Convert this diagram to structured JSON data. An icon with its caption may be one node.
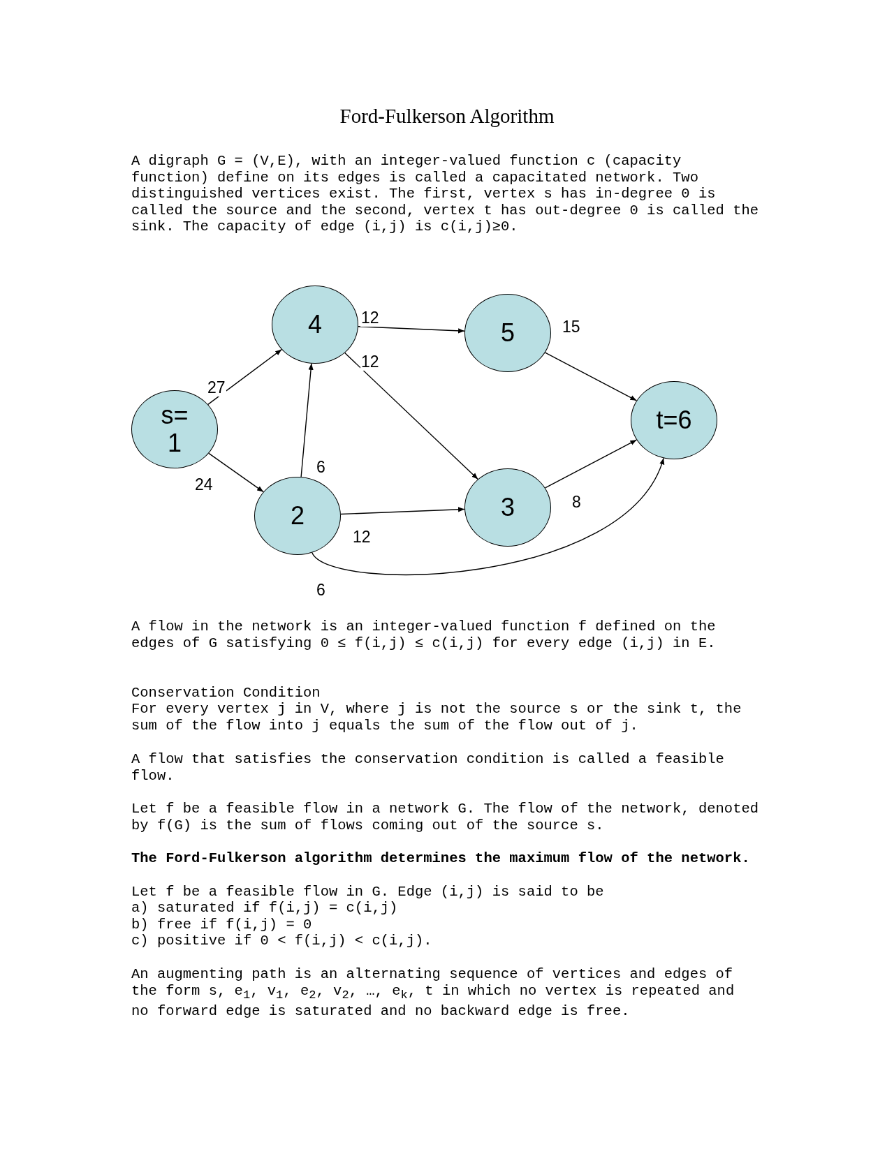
{
  "diagram": {
    "title": "Ford-Fulkerson Algorithm",
    "nodes": [
      {
        "text": [
          "s= 1"
        ]
      },
      {
        "text": [
          "4"
        ]
      },
      {
        "text": [
          "2"
        ]
      },
      {
        "text": [
          "5"
        ]
      },
      {
        "text": [
          "3"
        ]
      },
      {
        "text": [
          "t=6"
        ]
      }
    ],
    "edges": [
      {
        "from": 0,
        "to": 1,
        "arrow": "to",
        "label": "27"
      },
      {
        "from": 0,
        "to": 2,
        "arrow": "to",
        "label": "24"
      },
      {
        "from": 2,
        "to": 1,
        "arrow": "to",
        "label": "6"
      },
      {
        "from": 1,
        "to": 3,
        "arrow": "to",
        "label": "12"
      },
      {
        "from": 1,
        "to": 4,
        "arrow": "to",
        "label": "12"
      },
      {
        "from": 2,
        "to": 4,
        "arrow": "to",
        "label": "12"
      },
      {
        "from": 3,
        "to": 5,
        "arrow": "to",
        "label": "15"
      },
      {
        "from": 4,
        "to": 5,
        "arrow": "to",
        "label": "8"
      },
      {
        "from": 2,
        "to": 5,
        "arrow": "to",
        "label": "6"
      }
    ],
    "labels": [
      "A digraph G = (V,E), with an integer-valued function c (capacity function) define on its edges is called a capacitated network. Two distinguished vertices exist. The first, vertex s has in-degree 0 is called the source and the second, vertex t has out-degree 0 is called the sink. The capacity of edge (i,j) is c(i,j)≥0.",
      "A flow in the network is an integer-valued function f defined on the edges of G satisfying 0 ≤ f(i,j) ≤ c(i,j) for every edge (i,j) in E.",
      "Conservation Condition",
      "For every vertex j in V, where j is not the source s or the sink t, the sum of the flow into j equals the sum of the flow out of j.",
      "A flow that satisfies the conservation condition is called a feasible flow.",
      "Let f be a feasible flow in a network G. The flow of the network, denoted by f(G) is the sum of flows coming out of the source s.",
      "The Ford-Fulkerson algorithm determines the maximum flow of the network.",
      "Let f be a feasible flow in G. Edge (i,j) is said to be",
      "a) saturated if f(i,j) = c(i,j)",
      "b) free if f(i,j) = 0",
      "c) positive if 0 < f(i,j) < c(i,j).",
      "An augmenting path is an alternating sequence of vertices and edges of the form s, e$_{1}$, v$_{1}$, e$_{2}$, v$_{2}$, …, e$_{k}$, t in which no vertex is repeated and no forward edge is saturated and no backward edge is free."
    ]
  }
}
